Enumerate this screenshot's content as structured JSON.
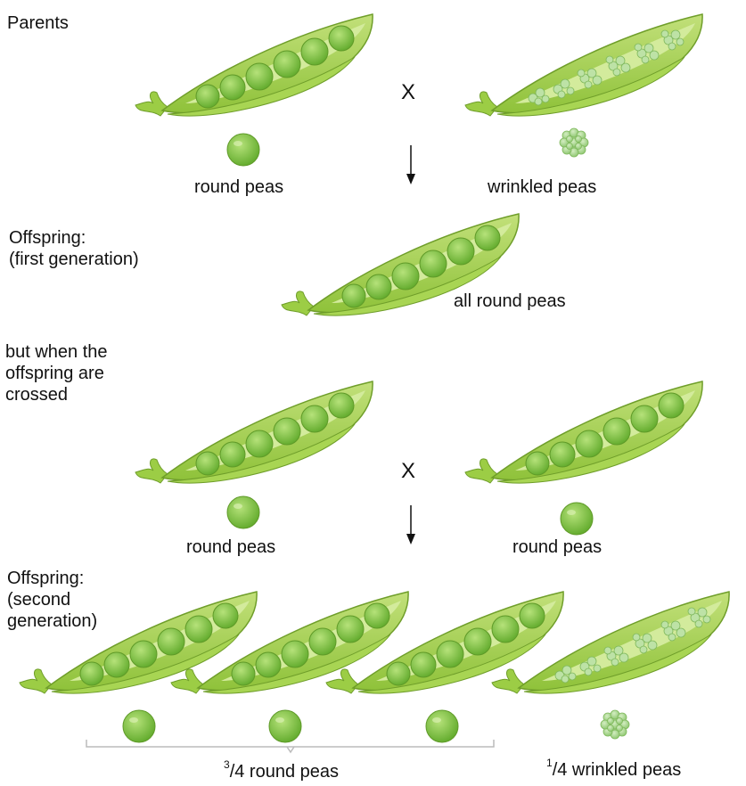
{
  "labels": {
    "parents": "Parents",
    "offspring_first": "Offspring:\n(first generation)",
    "but_when": "but when the\noffspring are\ncrossed",
    "offspring_second": "Offspring:\n(second\ngeneration)",
    "round_peas": "round peas",
    "wrinkled_peas": "wrinkled peas",
    "all_round_peas": "all round peas",
    "cross_symbol": "X",
    "three_quarters_num": "3",
    "three_quarters_rest": "/4 round peas",
    "one_quarter_num": "1",
    "one_quarter_rest": "/4 wrinkled peas"
  },
  "colors": {
    "pod_outer": "#a9d24a",
    "pod_inner": "#cbe78a",
    "pea_round": "#7cc33c",
    "pea_wrinkled": "#a8d68a",
    "text": "#111111",
    "arrow": "#111111",
    "bracket": "#bbbbbb"
  }
}
